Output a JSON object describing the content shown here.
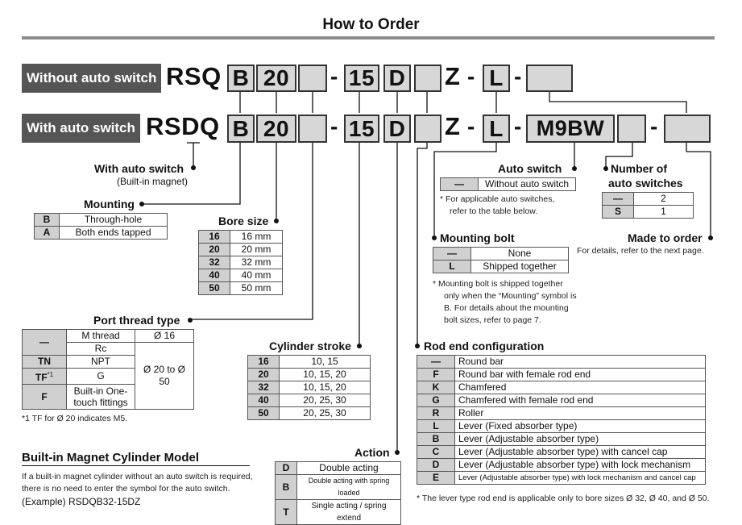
{
  "title": "How to Order",
  "row1": {
    "tag": "Without auto switch",
    "prefix": "RSQ",
    "c1": "B",
    "c2": "20",
    "c3": "",
    "sep1": "-",
    "c4": "15",
    "c5": "D",
    "c6": "",
    "z": "Z",
    "sep2": "-",
    "c7": "L",
    "sep3": "-",
    "c8": ""
  },
  "row2": {
    "tag": "With auto switch",
    "prefix": "RSDQ",
    "c1": "B",
    "c2": "20",
    "c3": "",
    "sep1": "-",
    "c4": "15",
    "c5": "D",
    "c6": "",
    "z": "Z",
    "sep2": "-",
    "c7": "L",
    "sep3": "-",
    "c8": "M9BW",
    "c9": "",
    "sep4": "-",
    "c10": ""
  },
  "with_auto_switch": {
    "label": "With auto switch",
    "sub": "(Built-in magnet)"
  },
  "mounting": {
    "label": "Mounting",
    "rows": [
      [
        "B",
        "Through-hole"
      ],
      [
        "A",
        "Both ends tapped"
      ]
    ]
  },
  "bore": {
    "label": "Bore size",
    "rows": [
      [
        "16",
        "16 mm"
      ],
      [
        "20",
        "20 mm"
      ],
      [
        "32",
        "32 mm"
      ],
      [
        "40",
        "40 mm"
      ],
      [
        "50",
        "50 mm"
      ]
    ]
  },
  "port": {
    "label": "Port thread type",
    "r1a": "M thread",
    "r1b": "Ø 16",
    "r2": "Rc",
    "r3k": "TN",
    "r3": "NPT",
    "r4k": "TF",
    "r4sup": "*1",
    "r4": "G",
    "r4b": "Ø 20 to Ø 50",
    "r5k": "F",
    "r5": "Built-in One-touch fittings",
    "k1": "—",
    "note": "*1  TF for Ø 20 indicates M5."
  },
  "stroke": {
    "label": "Cylinder stroke",
    "rows": [
      [
        "16",
        "10, 15"
      ],
      [
        "20",
        "10, 15, 20"
      ],
      [
        "32",
        "10, 15, 20"
      ],
      [
        "40",
        "20, 25, 30"
      ],
      [
        "50",
        "20, 25, 30"
      ]
    ]
  },
  "action": {
    "label": "Action",
    "rows": [
      [
        "D",
        "Double acting"
      ],
      [
        "B",
        "Double acting with spring loaded"
      ],
      [
        "T",
        "Single acting / spring extend"
      ]
    ]
  },
  "builtin": {
    "title": "Built-in Magnet Cylinder Model",
    "l1": "If a built-in magnet cylinder without an auto switch is required,",
    "l2": "there is no need to enter the symbol for the auto switch.",
    "l3": "(Example) RSDQB32-15DZ"
  },
  "auto_switch": {
    "label": "Auto switch",
    "k": "—",
    "v": "Without auto switch",
    "n1": "*  For applicable auto switches,",
    "n2": "refer to the table below."
  },
  "num_switches": {
    "label1": "Number of",
    "label2": "auto switches",
    "rows": [
      [
        "—",
        "2"
      ],
      [
        "S",
        "1"
      ]
    ]
  },
  "mount_bolt": {
    "label": "Mounting bolt",
    "rows": [
      [
        "—",
        "None"
      ],
      [
        "L",
        "Shipped together"
      ]
    ],
    "n1": "*  Mounting bolt is shipped together",
    "n2": "only when the “Mounting” symbol is",
    "n3": "B. For details about the mounting",
    "n4": "bolt sizes, refer to page 7."
  },
  "made_to_order": {
    "label": "Made to order",
    "sub": "For details, refer to the next page."
  },
  "rod_end": {
    "label": "Rod end configuration",
    "rows": [
      [
        "—",
        "Round bar"
      ],
      [
        "F",
        "Round bar with female rod end"
      ],
      [
        "K",
        "Chamfered"
      ],
      [
        "G",
        "Chamfered with female rod end"
      ],
      [
        "R",
        "Roller"
      ],
      [
        "L",
        "Lever (Fixed absorber type)"
      ],
      [
        "B",
        "Lever (Adjustable absorber type)"
      ],
      [
        "C",
        "Lever (Adjustable absorber type) with cancel cap"
      ],
      [
        "D",
        "Lever (Adjustable absorber type) with lock mechanism"
      ],
      [
        "E",
        "Lever (Adjustable absorber type) with lock mechanism and cancel cap"
      ]
    ],
    "note": "*  The lever type rod end is applicable only to bore sizes Ø 32, Ø 40, and Ø 50."
  }
}
